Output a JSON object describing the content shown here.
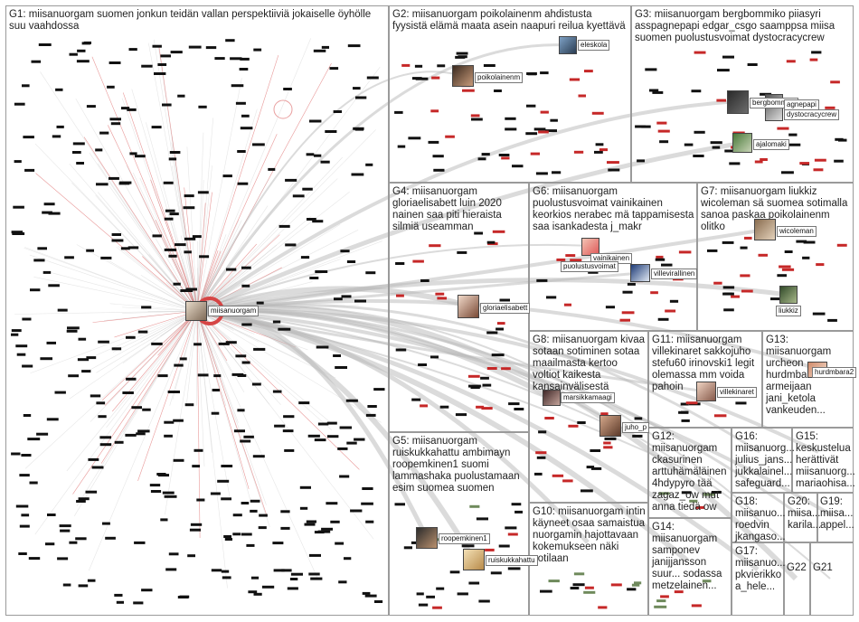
{
  "colors": {
    "edge": "#b8b8b8",
    "edge_red": "#d64545",
    "node_fill": "#111111",
    "node_red": "#c62828",
    "node_green": "#6f8a5c",
    "box_border": "#9a9a9a"
  },
  "groups": [
    {
      "id": "G1",
      "title": "G1: miisanuorgam suomen jonkun teidän vallan perspektiiviä jokaiselle öyhölle suu vaahdossa"
    },
    {
      "id": "G2",
      "title": "G2: miisanuorgam poikolainenm ahdistusta fyysistä elämä maata asein naapuri reilua kyettävä"
    },
    {
      "id": "G3",
      "title": "G3: miisanuorgam bergbommiko piiasyri asspagnepapi edgar_csgo saamppsa miisa suomen puolustusvoimat dystocracycrew"
    },
    {
      "id": "G4",
      "title": "G4: miisanuorgam gloriaelisabett luin 2020 nainen saa piti hieraista silmiä useamman"
    },
    {
      "id": "G5",
      "title": "G5: miisanuorgam ruiskukkahattu ambimayn roopemkinen1 suomi lammashaka puolustamaan esim suomea suomen"
    },
    {
      "id": "G6",
      "title": "G6: miisanuorgam puolustusvoimat vainikainen keorkios nerabec mä tappamisesta saa isankadesta j_makr"
    },
    {
      "id": "G7",
      "title": "G7: miisanuorgam liukkiz wicoleman sä suomea sotimalla sanoa paskaa poikolainenm olitko"
    },
    {
      "id": "G8",
      "title": "G8: miisanuorgam kivaa sotaan sotiminen sotaa maailmasta kertoo voltiot kaikesta kansainvälisestä"
    },
    {
      "id": "G10",
      "title": "G10: miisanuorgam intin käyneet osaa samaistua nuorgamin hajottavaan kokemukseen näki sotilaan"
    },
    {
      "id": "G11",
      "title": "G11: miisanuorgam villekinaret sakkojuho stefu60 irinovski1 legit olemassa mm voida pahoin"
    },
    {
      "id": "G12",
      "title": "G12: miisanuorgam ckasurinen arttuhämäläinen 4hdypyro tää zagaz_ow mut anna tiedä ow"
    },
    {
      "id": "G13",
      "title": "G13: miisanuorgam urcheon hurdmbara2 armeijaan jani_ketola vankeuden..."
    },
    {
      "id": "G14",
      "title": "G14: miisanuorgam samponev janijjansson suur... sodassa metzelainen..."
    },
    {
      "id": "G15",
      "title": "G15: keskustelua herättivät miisanuorg... mariaohisa..."
    },
    {
      "id": "G16",
      "title": "G16: miisanuorg... julius_jans... jukkalainel... safeguard..."
    },
    {
      "id": "G17",
      "title": "G17: miisanuo... pkvierikko a_hele..."
    },
    {
      "id": "G18",
      "title": "G18: miisanuo... roedvin jkangaso..."
    },
    {
      "id": "G19",
      "title": "G19: miisa... appel..."
    },
    {
      "id": "G20",
      "title": "G20: miisa... karila..."
    },
    {
      "id": "G21",
      "title": "G21"
    },
    {
      "id": "G22",
      "title": "G22"
    }
  ],
  "user_labels": {
    "miisanuorgam": "miisanuorgam",
    "poikolainenm": "poikolainenm",
    "eleskola": "eleskola",
    "bergbommiko": "bergbommiko",
    "agnepapi": "agnepapi",
    "dystocracycrew": "dystocracycrew",
    "ajalomaki": "ajalomaki",
    "gloriaelisabett": "gloriaelisabett",
    "vainikainen": "vainikainen",
    "puolustusvoimat": "puolustusvoimat",
    "villevirallinen": "villevirallinen",
    "wicoleman": "wicoleman",
    "liukkiz": "liukkiz",
    "marsikkamaagi": "marsikkamaagi",
    "juho_p": "juho_p",
    "villekinaret": "villekinaret",
    "hurdmbara2": "hurdmbara2",
    "roopemkinen1": "roopemkinen1",
    "ruiskukkahattu": "ruiskukkahattu"
  }
}
